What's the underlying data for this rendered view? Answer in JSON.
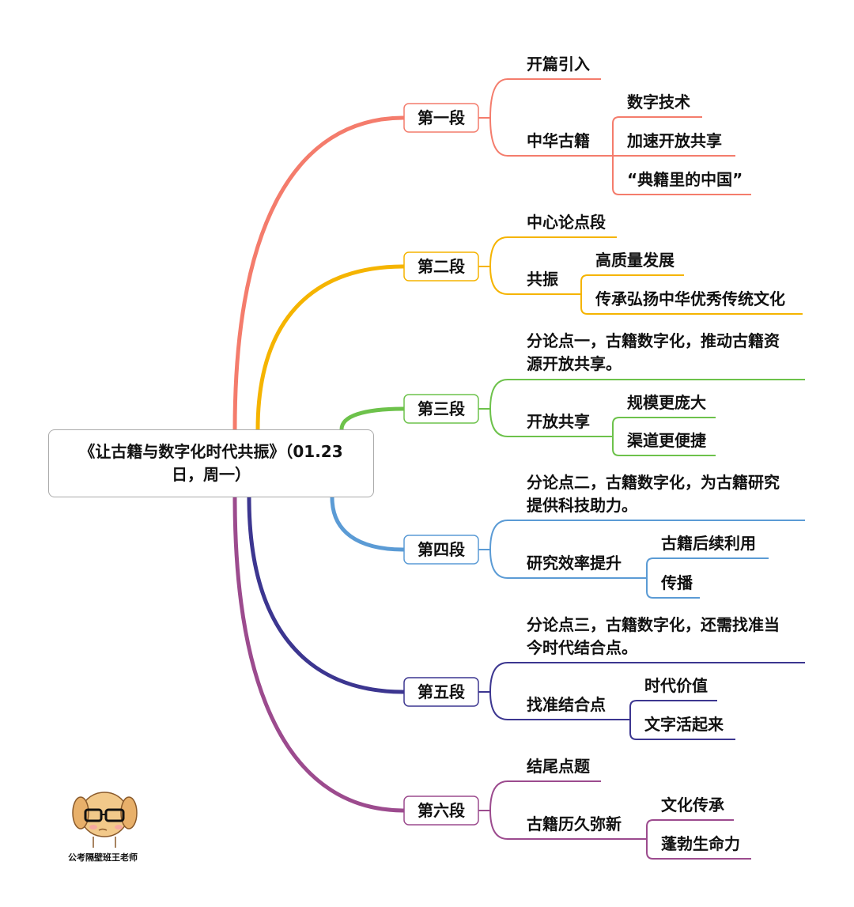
{
  "root": {
    "title": "《让古籍与数字化时代共振》（01.23日，周一）"
  },
  "logo": {
    "caption": "公考隔壁班王老师"
  },
  "sections": [
    {
      "label": "第一段",
      "color": "#F47C6C",
      "children": [
        {
          "text": [
            "开篇引入"
          ]
        },
        {
          "text": [
            "中华古籍"
          ],
          "children": [
            "数字技术",
            "加速开放共享",
            "“典籍里的中国”"
          ]
        }
      ]
    },
    {
      "label": "第二段",
      "color": "#F5B400",
      "children": [
        {
          "text": [
            "中心论点段"
          ]
        },
        {
          "text": [
            "共振"
          ],
          "children": [
            "高质量发展",
            "传承弘扬中华优秀传统文化"
          ]
        }
      ]
    },
    {
      "label": "第三段",
      "color": "#6DC24B",
      "children": [
        {
          "text": [
            "分论点一，古籍数字化，推动古籍资",
            "源开放共享。"
          ]
        },
        {
          "text": [
            "开放共享"
          ],
          "children": [
            "规模更庞大",
            "渠道更便捷"
          ]
        }
      ]
    },
    {
      "label": "第四段",
      "color": "#5B9BD5",
      "children": [
        {
          "text": [
            "分论点二，古籍数字化，为古籍研究",
            "提供科技助力。"
          ]
        },
        {
          "text": [
            "研究效率提升"
          ],
          "children": [
            "古籍后续利用",
            "传播"
          ]
        }
      ]
    },
    {
      "label": "第五段",
      "color": "#3C3690",
      "children": [
        {
          "text": [
            "分论点三，古籍数字化，还需找准当",
            "今时代结合点。"
          ]
        },
        {
          "text": [
            "找准结合点"
          ],
          "children": [
            "时代价值",
            "文字活起来"
          ]
        }
      ]
    },
    {
      "label": "第六段",
      "color": "#9C4B8E",
      "children": [
        {
          "text": [
            "结尾点题"
          ]
        },
        {
          "text": [
            "古籍历久弥新"
          ],
          "children": [
            "文化传承",
            "蓬勃生命力"
          ]
        }
      ]
    }
  ]
}
